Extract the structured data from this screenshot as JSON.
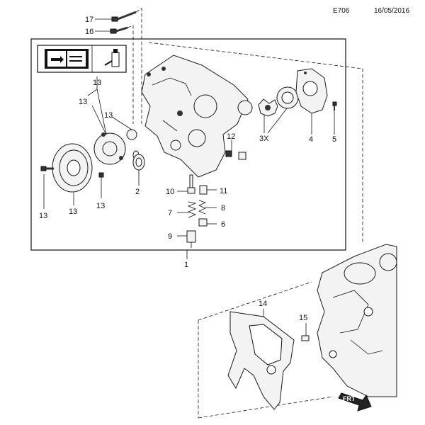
{
  "header": {
    "diagram_code": "E706",
    "date": "16/05/2016"
  },
  "callouts": {
    "c17": "17",
    "c16": "16",
    "c13a": "13",
    "c13b": "13",
    "c13c": "13",
    "c13d": "13",
    "c13e": "13",
    "c12": "12",
    "c3x": "3X",
    "c4": "4",
    "c5": "5",
    "c2": "2",
    "c10": "10",
    "c11": "11",
    "c7": "7",
    "c8": "8",
    "c6": "6",
    "c9": "9",
    "c1": "1",
    "c14": "14",
    "c15": "15"
  },
  "frt_label": "FRT",
  "icons": [
    "service-manual-icon",
    "sealant-tube-icon"
  ]
}
